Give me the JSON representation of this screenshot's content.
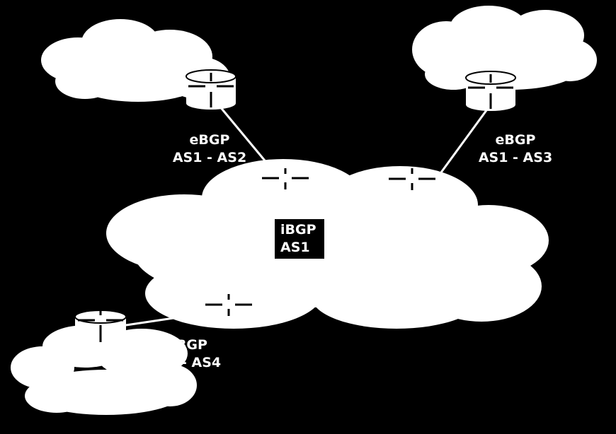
{
  "colors": {
    "background": "#000000",
    "cloud": "#ffffff",
    "router_mark": "#000000",
    "link": "#ffffff"
  },
  "core": {
    "line1": "iBGP",
    "line2": "AS1"
  },
  "links": [
    {
      "name": "link-as2",
      "line1": "eBGP",
      "line2": "AS1 - AS2"
    },
    {
      "name": "link-as3",
      "line1": "eBGP",
      "line2": "AS1 - AS3"
    },
    {
      "name": "link-as4",
      "line1": "eBGP",
      "line2": "- AS4"
    }
  ],
  "icons": [
    "cloud-icon",
    "router-icon"
  ]
}
